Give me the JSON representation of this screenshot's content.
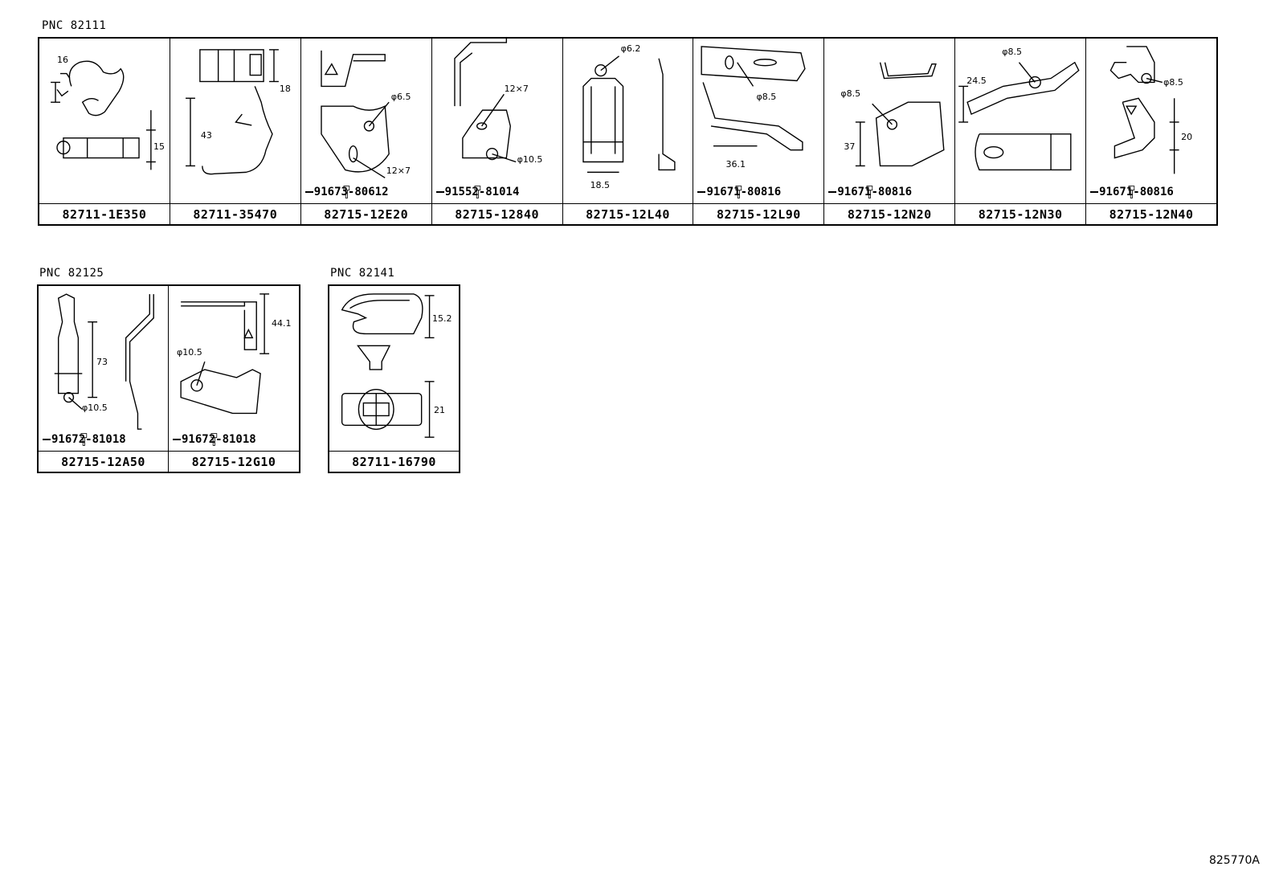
{
  "groups": [
    {
      "pnc_label": "PNC 82111",
      "cells": [
        {
          "part_number": "82711-1E350",
          "dims": [
            "16",
            "15"
          ],
          "bolt": ""
        },
        {
          "part_number": "82711-35470",
          "dims": [
            "18",
            "43"
          ],
          "bolt": ""
        },
        {
          "part_number": "82715-12E20",
          "dims": [
            "φ6.5",
            "12×7"
          ],
          "bolt": "91673-80612"
        },
        {
          "part_number": "82715-12840",
          "dims": [
            "12×7",
            "φ10.5"
          ],
          "bolt": "91552-81014"
        },
        {
          "part_number": "82715-12L40",
          "dims": [
            "φ6.2",
            "18.5"
          ],
          "bolt": ""
        },
        {
          "part_number": "82715-12L90",
          "dims": [
            "φ8.5",
            "36.1"
          ],
          "bolt": "91671-80816"
        },
        {
          "part_number": "82715-12N20",
          "dims": [
            "φ8.5",
            "37"
          ],
          "bolt": "91671-80816"
        },
        {
          "part_number": "82715-12N30",
          "dims": [
            "φ8.5",
            "24.5"
          ],
          "bolt": ""
        },
        {
          "part_number": "82715-12N40",
          "dims": [
            "φ8.5",
            "20"
          ],
          "bolt": "91671-80816"
        }
      ]
    },
    {
      "pnc_label": "PNC 82125",
      "cells": [
        {
          "part_number": "82715-12A50",
          "dims": [
            "73",
            "φ10.5"
          ],
          "bolt": "91672-81018"
        },
        {
          "part_number": "82715-12G10",
          "dims": [
            "44.1",
            "φ10.5"
          ],
          "bolt": "91672-81018"
        }
      ]
    },
    {
      "pnc_label": "PNC 82141",
      "cells": [
        {
          "part_number": "82711-16790",
          "dims": [
            "15.2",
            "21"
          ],
          "bolt": ""
        }
      ]
    }
  ],
  "reference_code": "825770A",
  "icons": {
    "bolt": "bolt-icon"
  }
}
